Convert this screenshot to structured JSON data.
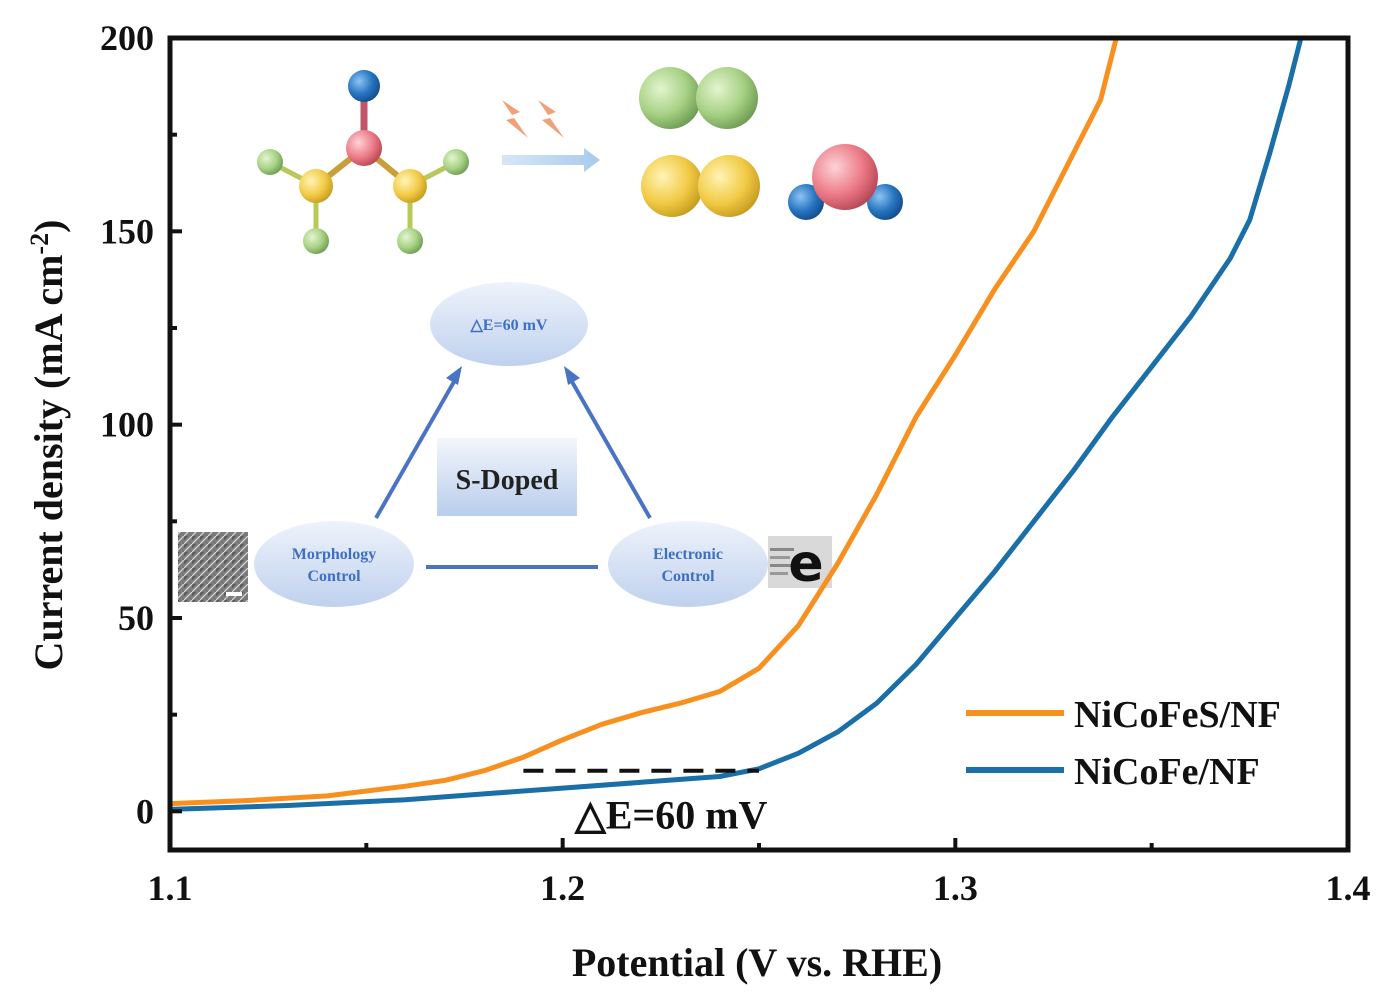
{
  "chart_data": {
    "type": "line",
    "xlabel": "Potential (V vs. RHE)",
    "ylabel_main": "Current density (mA cm",
    "ylabel_sup": "-2",
    "ylabel_close": ")",
    "xlim": [
      1.1,
      1.4
    ],
    "ylim": [
      -10,
      200
    ],
    "x_ticks": [
      1.1,
      1.2,
      1.3,
      1.4
    ],
    "x_tick_labels": [
      "1.1",
      "1.2",
      "1.3",
      "1.4"
    ],
    "y_ticks": [
      0,
      50,
      100,
      150,
      200
    ],
    "y_tick_labels": [
      "0",
      "50",
      "100",
      "150",
      "200"
    ],
    "legend_position": "bottom-right",
    "series": [
      {
        "name": "NiCoFeS/NF",
        "color": "#f7901e",
        "x": [
          1.1,
          1.12,
          1.14,
          1.16,
          1.17,
          1.18,
          1.19,
          1.2,
          1.21,
          1.22,
          1.23,
          1.24,
          1.25,
          1.26,
          1.27,
          1.28,
          1.29,
          1.3,
          1.31,
          1.32,
          1.33,
          1.337,
          1.341
        ],
        "y": [
          2,
          2.8,
          4,
          6.5,
          8,
          10.5,
          14,
          18.5,
          22.5,
          25.5,
          28,
          31,
          37,
          48,
          64,
          82,
          102,
          118,
          135,
          150,
          170,
          184,
          200
        ]
      },
      {
        "name": "NiCoFe/NF",
        "color": "#1a6fa8",
        "x": [
          1.1,
          1.13,
          1.16,
          1.18,
          1.2,
          1.22,
          1.24,
          1.25,
          1.26,
          1.27,
          1.28,
          1.29,
          1.3,
          1.31,
          1.32,
          1.33,
          1.34,
          1.35,
          1.36,
          1.37,
          1.375,
          1.38,
          1.385,
          1.388
        ],
        "y": [
          0.5,
          1.5,
          3,
          4.5,
          6,
          7.5,
          9,
          11,
          15,
          20.5,
          28,
          38,
          50,
          62,
          75,
          88,
          102,
          115,
          128,
          143,
          153,
          170,
          188,
          200
        ]
      }
    ],
    "annotations": {
      "delta_label": "△E=60 mV",
      "dashed_y": 10.5,
      "dashed_x": [
        1.19,
        1.25
      ]
    }
  },
  "inset": {
    "top_ellipse_text": "△E=60 mV",
    "center_label": "S-Doped",
    "left_ellipse_line1": "Morphology",
    "left_ellipse_line2": "Control",
    "right_ellipse_line1": "Electronic",
    "right_ellipse_line2": "Control",
    "electron_symbol": "e"
  },
  "colors": {
    "orange": "#f7901e",
    "blue": "#1a6fa8",
    "inset_blue": "#4a73c4"
  }
}
